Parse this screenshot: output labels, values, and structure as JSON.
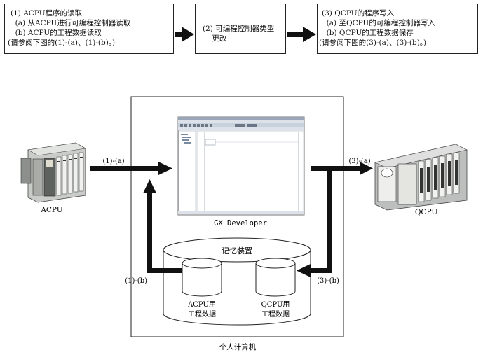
{
  "steps": [
    {
      "lines": [
        "(1) ACPU程序的读取",
        "  (a) 从ACPU进行可编程控制器读取",
        "  (b) ACPU的工程数据读取",
        "(请参阅下图的(1)-(a)、(1)-(b)。)"
      ]
    },
    {
      "lines": [
        "(2) 可编程控制器类型",
        "    更改"
      ]
    },
    {
      "lines": [
        "(3) QCPU的程序写入",
        "  (a) 至QCPU的可编程控制器写入",
        "  (b) QCPU的工程数据保存",
        "(请参阅下图的(3)-(a)、(3)-(b)。)"
      ]
    }
  ],
  "diagram": {
    "acpu_label": "ACPU",
    "qcpu_label": "QCPU",
    "software_label": "GX Developer",
    "storage_label": "记忆装置",
    "pc_label": "个人计算机",
    "acpu_data_line1": "ACPU用",
    "acpu_data_line2": "工程数据",
    "qcpu_data_line1": "QCPU用",
    "qcpu_data_line2": "工程数据",
    "arrow_1a": "(1)-(a)",
    "arrow_1b": "(1)-(b)",
    "arrow_3a": "(3)-(a)",
    "arrow_3b": "(3)-(b)"
  }
}
